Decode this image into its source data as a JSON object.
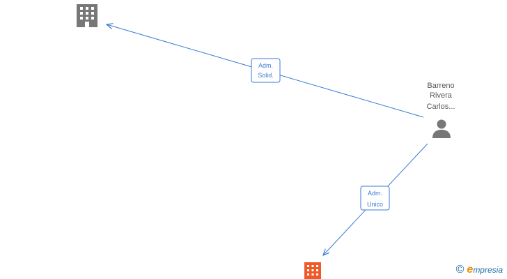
{
  "nodes": {
    "company_top": {
      "kind": "company",
      "color": "#777777",
      "icon": "building-icon"
    },
    "company_bottom": {
      "kind": "company",
      "color": "#f05a28",
      "icon": "building-icon"
    },
    "person": {
      "kind": "person",
      "color": "#777777",
      "icon": "person-icon",
      "label_lines": [
        "Barreno",
        "Rivera",
        "Carlos..."
      ]
    }
  },
  "edges": [
    {
      "from": "person",
      "to": "company_top",
      "label_lines": [
        "Adm.",
        "Solid."
      ]
    },
    {
      "from": "person",
      "to": "company_bottom",
      "label_lines": [
        "Adm.",
        "Unico"
      ]
    }
  ],
  "colors": {
    "edge": "#3a7bd5",
    "brand": "#1f6fa8",
    "brand_accent": "#f28c00"
  },
  "watermark": {
    "copyright_symbol": "©",
    "brand_initial": "e",
    "brand_rest": "mpresia"
  }
}
